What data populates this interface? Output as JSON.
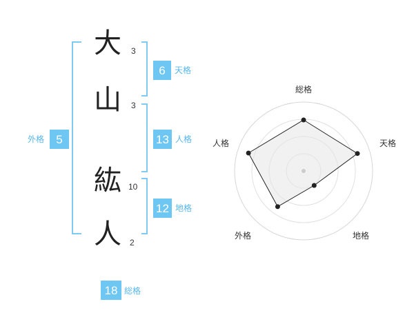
{
  "name": {
    "chars": [
      {
        "char": "大",
        "strokes": "3"
      },
      {
        "char": "山",
        "strokes": "3"
      },
      {
        "char": "紘",
        "strokes": "10"
      },
      {
        "char": "人",
        "strokes": "2"
      }
    ]
  },
  "scores": {
    "tenkaku": {
      "value": "6",
      "label": "天格"
    },
    "jinkaku": {
      "value": "13",
      "label": "人格"
    },
    "chikaku": {
      "value": "12",
      "label": "地格"
    },
    "gaikaku": {
      "value": "5",
      "label": "外格"
    },
    "soukaku": {
      "value": "18",
      "label": "総格"
    }
  },
  "colors": {
    "accent": "#6ec6f2",
    "bracket": "#7fc9f2",
    "label": "#58b7ea"
  },
  "chart_data": {
    "type": "radar",
    "axes": [
      "総格",
      "天格",
      "地格",
      "外格",
      "人格"
    ],
    "values": [
      0.74,
      0.82,
      0.26,
      0.64,
      0.84
    ],
    "range": [
      0,
      1
    ],
    "rings": 4,
    "grid": true
  }
}
